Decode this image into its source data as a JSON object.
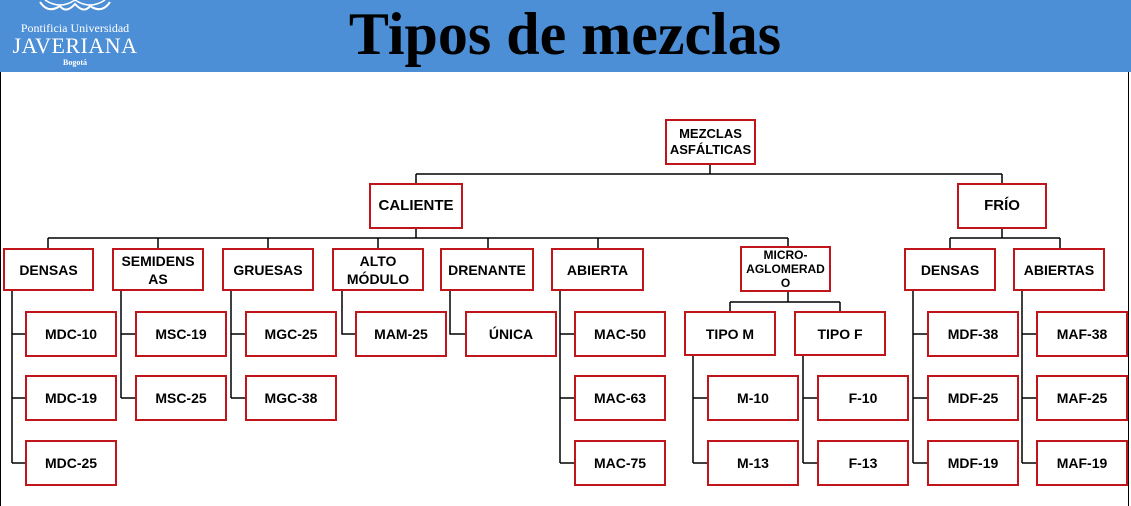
{
  "header": {
    "title": "Tipos de mezclas",
    "logo": {
      "line1": "Pontificia Universidad",
      "line2": "JAVERIANA",
      "line3": "Bogotá"
    }
  },
  "colors": {
    "header_bg": "#4d8fd6",
    "node_border": "#c0151b",
    "connector": "#000000"
  },
  "diagram": {
    "root": "MEZCLAS\nASFÁLTICAS",
    "caliente": {
      "label": "CALIENTE",
      "groups": [
        {
          "label": "DENSAS",
          "items": [
            "MDC-10",
            "MDC-19",
            "MDC-25"
          ]
        },
        {
          "label": "SEMIDENS\nAS",
          "items": [
            "MSC-19",
            "MSC-25"
          ]
        },
        {
          "label": "GRUESAS",
          "items": [
            "MGC-25",
            "MGC-38"
          ]
        },
        {
          "label": "ALTO\nMÓDULO",
          "items": [
            "MAM-25"
          ]
        },
        {
          "label": "DRENANTE",
          "items": [
            "ÚNICA"
          ]
        },
        {
          "label": "ABIERTA",
          "items": [
            "MAC-50",
            "MAC-63",
            "MAC-75"
          ]
        },
        {
          "label": "MICRO-\nAGLOMERAD\nO",
          "subgroups": [
            {
              "label": "TIPO M",
              "items": [
                "M-10",
                "M-13"
              ]
            },
            {
              "label": "TIPO F",
              "items": [
                "F-10",
                "F-13"
              ]
            }
          ]
        }
      ]
    },
    "frio": {
      "label": "FRÍO",
      "groups": [
        {
          "label": "DENSAS",
          "items": [
            "MDF-38",
            "MDF-25",
            "MDF-19"
          ]
        },
        {
          "label": "ABIERTAS",
          "items": [
            "MAF-38",
            "MAF-25",
            "MAF-19"
          ]
        }
      ]
    }
  }
}
